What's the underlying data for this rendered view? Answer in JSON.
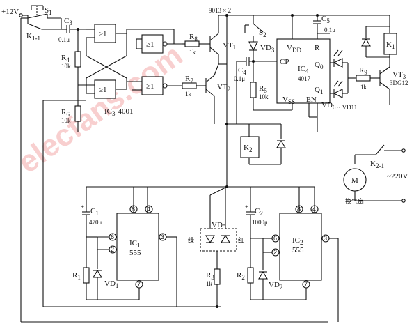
{
  "supply": {
    "voltage": "+12V"
  },
  "switches": {
    "s1": "S",
    "s1_sub": "1",
    "s2": "S",
    "s2_sub": "2",
    "k11": "K",
    "k11_sub": "1-1",
    "k21": "K",
    "k21_sub": "2-1"
  },
  "capacitors": {
    "c3": "C",
    "c3_sub": "3",
    "c3_val": "0.1μ",
    "c4": "C",
    "c4_sub": "4",
    "c4_val": "0.1μ",
    "c5": "C",
    "c5_sub": "5",
    "c5_val": "0.1μ",
    "c1": "C",
    "c1_sub": "1",
    "c1_val": "470μ",
    "c2": "C",
    "c2_sub": "2",
    "c2_val": "1000μ"
  },
  "resistors": {
    "r1": "R",
    "r1_sub": "1",
    "r2": "R",
    "r2_sub": "2",
    "r3": "R",
    "r3_sub": "3",
    "r3_val": "1k",
    "r4": "R",
    "r4_sub": "4",
    "r4_val": "10k",
    "r5": "R",
    "r5_sub": "5",
    "r5_val": "10k",
    "r6": "R",
    "r6_sub": "6",
    "r6_val": "10k",
    "r7": "R",
    "r7_sub": "7",
    "r7_val": "1k",
    "r8": "R",
    "r8_sub": "8",
    "r8_val": "1k",
    "r9": "R",
    "r9_sub": "9",
    "r9_val": "1k"
  },
  "gates": {
    "symbol": "≥1"
  },
  "ic3": {
    "label": "IC",
    "sub": "3",
    "part": "4001"
  },
  "ic4": {
    "label": "IC",
    "sub": "4",
    "part": "4017",
    "pin_vdd": "V",
    "pin_vdd_sub": "DD",
    "pin_vss": "V",
    "pin_vss_sub": "SS",
    "pin_r": "R",
    "pin_cp": "CP",
    "pin_en": "EN",
    "pin_q0": "Q",
    "pin_q0_sub": "0",
    "pin_q1": "Q",
    "pin_q1_sub": "1"
  },
  "ic1": {
    "label": "IC",
    "sub": "1",
    "part": "555",
    "pins": [
      "8",
      "4",
      "6",
      "2",
      "3",
      "7"
    ]
  },
  "ic2": {
    "label": "IC",
    "sub": "2",
    "part": "555",
    "pins": [
      "8",
      "4",
      "6",
      "2",
      "3",
      "7"
    ]
  },
  "transistors": {
    "header": "9013 × 2",
    "vt1": "VT",
    "vt1_sub": "1",
    "vt2": "VT",
    "vt2_sub": "2",
    "vt3": "VT",
    "vt3_sub": "3",
    "vt3_part": "3DG12"
  },
  "diodes": {
    "vd1": "VD",
    "vd1_sub": "1",
    "vd2": "VD",
    "vd2_sub": "2",
    "vd3": "VD",
    "vd3_sub": "3",
    "vd5": "VD",
    "vd5_sub": "5",
    "vd6_11": "VD",
    "vd6_11_sub": "6 ~ VD",
    "vd6_11_end": "11"
  },
  "bicolor": {
    "green": "绿",
    "red": "红"
  },
  "relays": {
    "k1": "K",
    "k1_sub": "1",
    "k2": "K",
    "k2_sub": "2"
  },
  "mains": {
    "voltage": "~220V",
    "motor": "M",
    "fan_label": "换气扇"
  },
  "watermark": "elecfans.com"
}
